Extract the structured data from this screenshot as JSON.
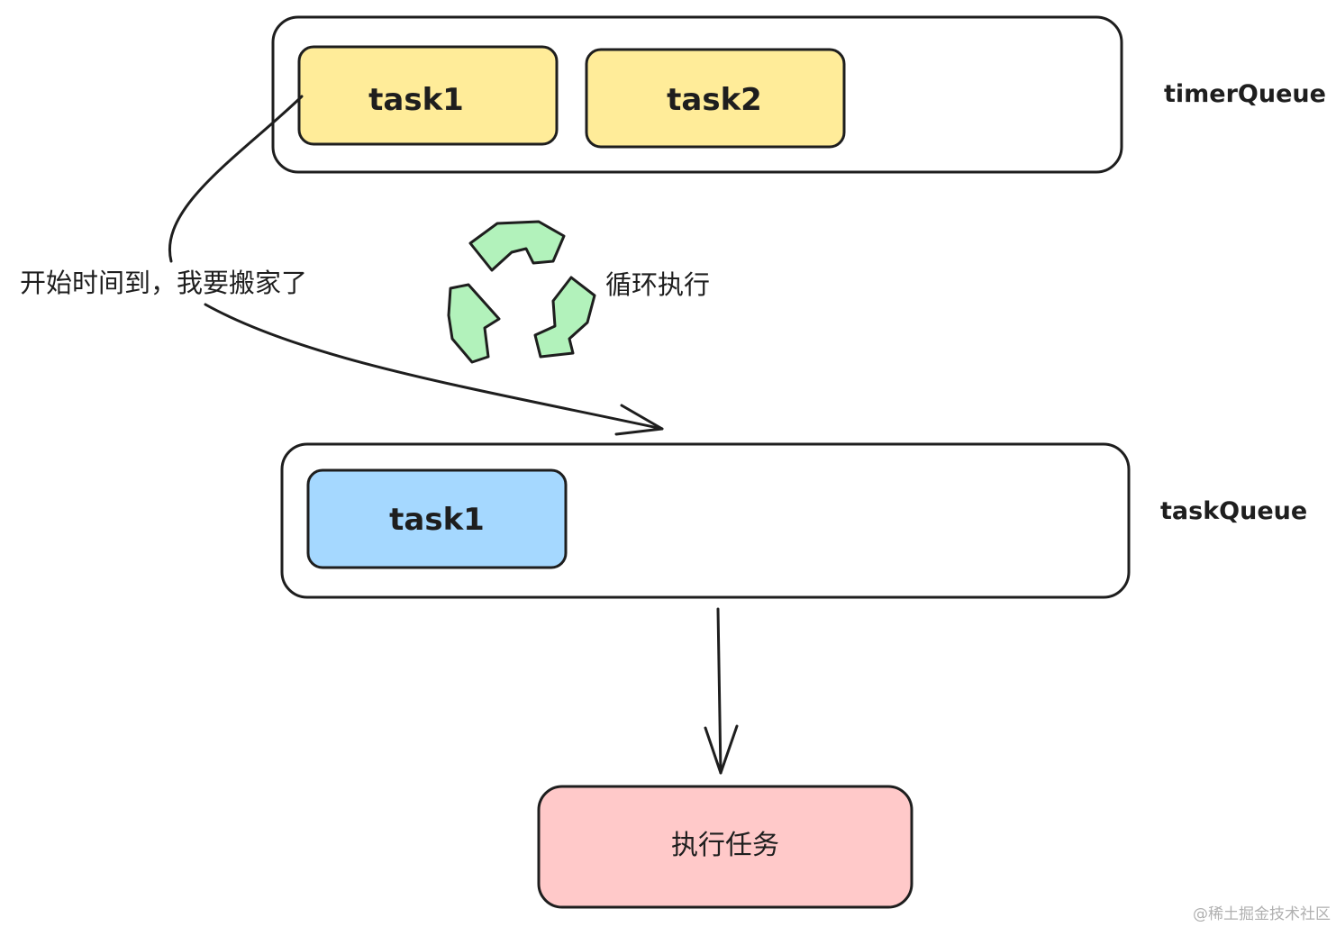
{
  "timer_queue": {
    "label": "timerQueue",
    "tasks": [
      "task1",
      "task2"
    ]
  },
  "task_queue": {
    "label": "taskQueue",
    "tasks": [
      "task1"
    ]
  },
  "move_annotation": "开始时间到，我要搬家了",
  "loop_annotation": "循环执行",
  "execute_box": "执行任务",
  "watermark": "@稀土掘金技术社区",
  "colors": {
    "stroke": "#1e1e1e",
    "timer_task_fill": "#ffec99",
    "task_queue_task_fill": "#a5d8ff",
    "execute_fill": "#ffc9c9",
    "recycle_fill": "#b2f2bb"
  }
}
